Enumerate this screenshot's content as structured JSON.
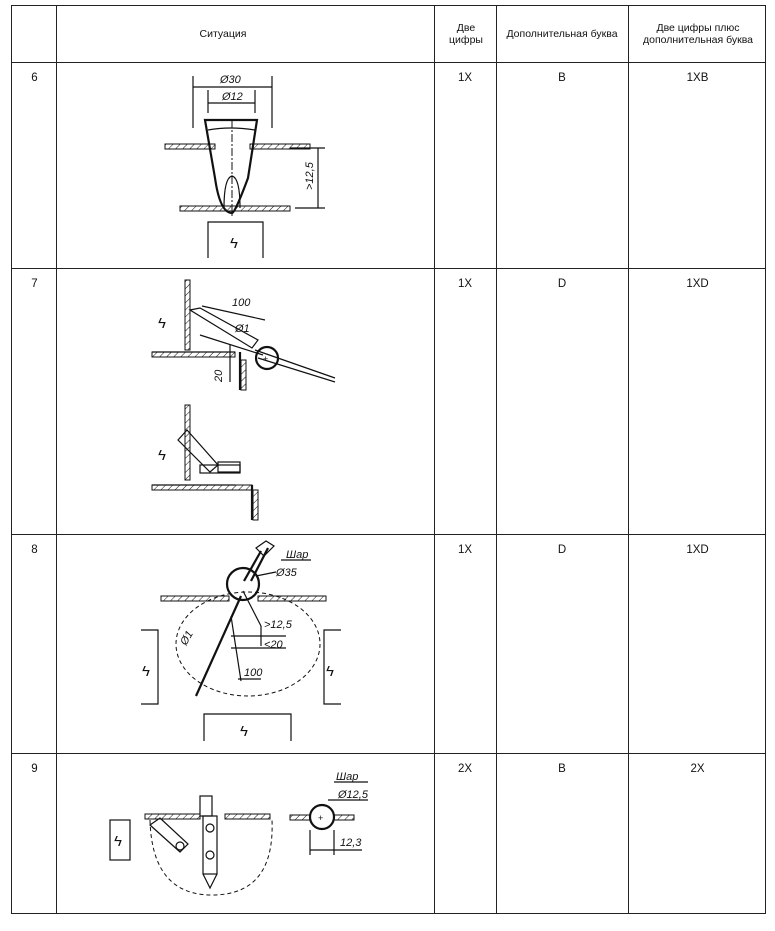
{
  "header": {
    "situation": "Ситуация",
    "two_digits": "Две цифры",
    "add_letter": "Дополнительная буква",
    "two_digits_plus": "Две цифры плюс дополнительная буква"
  },
  "rows": [
    {
      "num": "6",
      "two": "1X",
      "letter": "B",
      "combo": "1XB",
      "labels": {
        "d1": "Ø30",
        "d2": "Ø12",
        "h": ">12,5"
      }
    },
    {
      "num": "7",
      "two": "1X",
      "letter": "D",
      "combo": "1XD",
      "labels": {
        "len": "100",
        "d": "Ø1",
        "h": "20"
      }
    },
    {
      "num": "8",
      "two": "1X",
      "letter": "D",
      "combo": "1XD",
      "labels": {
        "ball": "Шар",
        "d": "Ø35",
        "a": ">12,5",
        "b": "<20",
        "c": "Ø1",
        "len": "100"
      }
    },
    {
      "num": "9",
      "two": "2X",
      "letter": "B",
      "combo": "2X",
      "labels": {
        "ball": "Шар",
        "d": "Ø12,5",
        "w": "12,3"
      }
    }
  ],
  "icons": {
    "hazard": "high-voltage-icon"
  }
}
